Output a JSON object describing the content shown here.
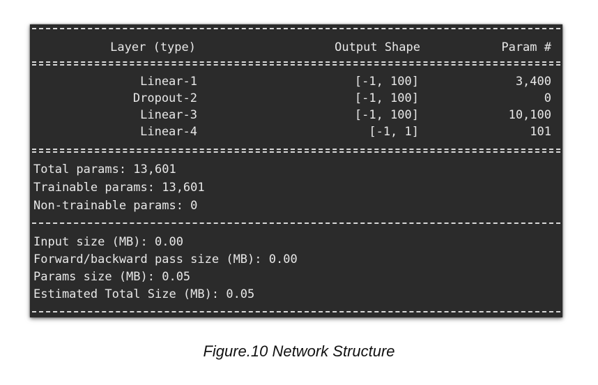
{
  "summary": {
    "headers": {
      "layer": "Layer (type)",
      "shape": "Output Shape",
      "params": "Param #"
    },
    "rows": [
      {
        "layer": "Linear-1",
        "shape": "[-1, 100]",
        "params": "3,400"
      },
      {
        "layer": "Dropout-2",
        "shape": "[-1, 100]",
        "params": "0"
      },
      {
        "layer": "Linear-3",
        "shape": "[-1, 100]",
        "params": "10,100"
      },
      {
        "layer": "Linear-4",
        "shape": "[-1, 1]",
        "params": "101"
      }
    ],
    "param_totals": [
      "Total params: 13,601",
      "Trainable params: 13,601",
      "Non-trainable params: 0"
    ],
    "sizes": [
      "Input size (MB): 0.00",
      "Forward/backward pass size (MB): 0.00",
      "Params size (MB): 0.05",
      "Estimated Total Size (MB): 0.05"
    ]
  },
  "caption": "Figure.10 Network Structure"
}
